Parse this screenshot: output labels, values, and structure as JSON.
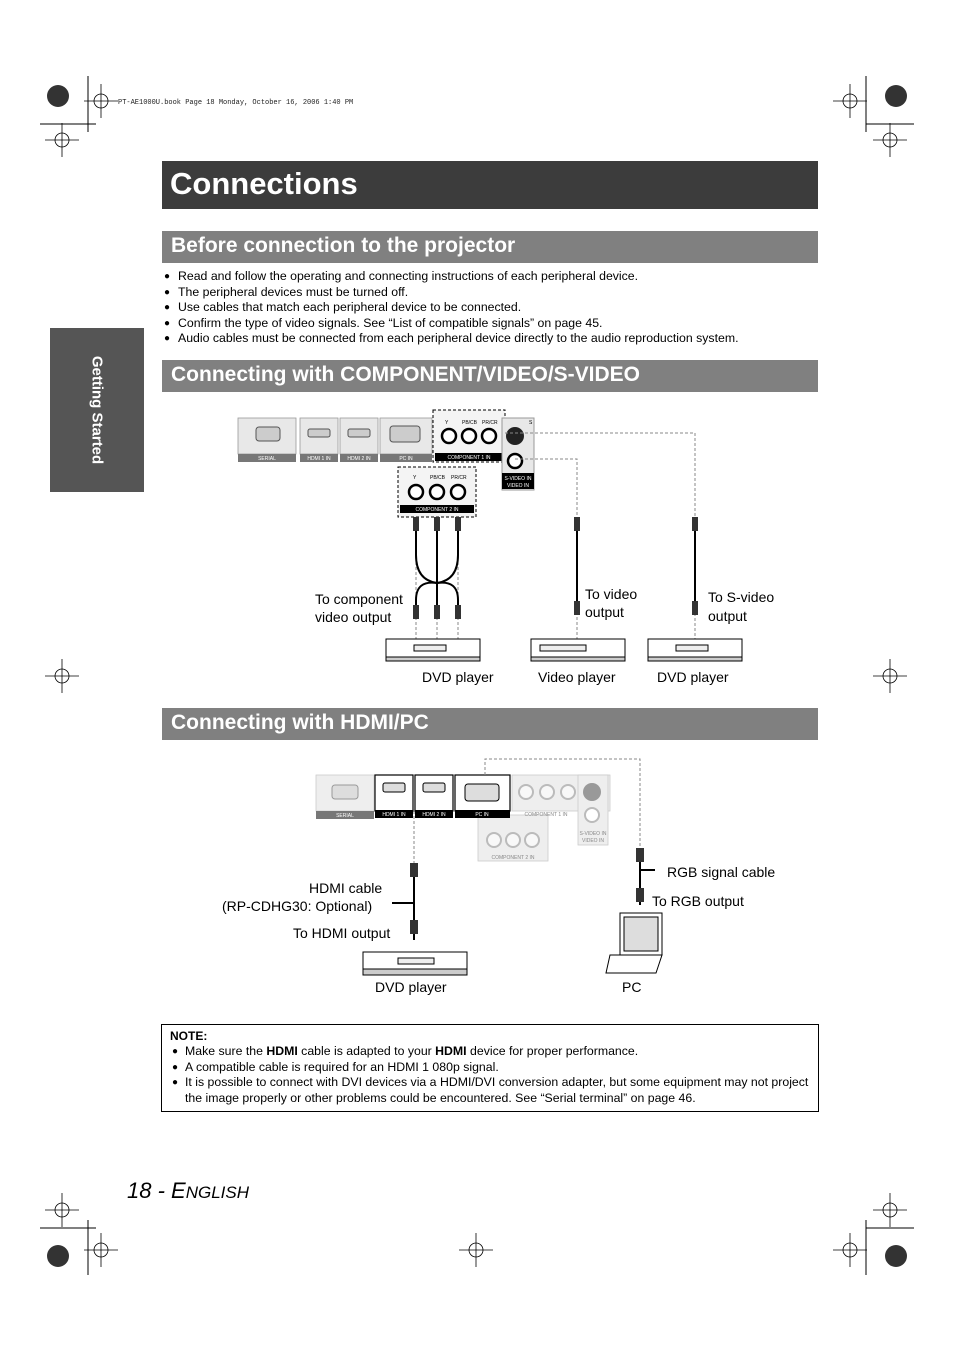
{
  "print_header": "PT-AE1000U.book  Page 18  Monday, October 16, 2006  1:40 PM",
  "page_title": "Connections",
  "side_tab": "Getting Started",
  "section1": {
    "title": "Before connection to the projector",
    "bullets": [
      "Read and follow the operating and connecting instructions of each peripheral device.",
      "The peripheral devices must be turned off.",
      "Use cables that match each peripheral device to be connected.",
      "Confirm the type of video signals. See “List of compatible signals” on page 45.",
      "Audio cables must be connected from each peripheral device directly to the audio reproduction system."
    ]
  },
  "section2": {
    "title": "Connecting with COMPONENT/VIDEO/S-VIDEO",
    "panel_labels": {
      "serial": "SERIAL",
      "hdmi1": "HDMI 1 IN",
      "hdmi2": "HDMI 2 IN",
      "pc": "PC IN",
      "component1": "COMPONENT 1 IN",
      "component2": "COMPONENT 2 IN",
      "svideo": "S-VIDEO IN",
      "video": "VIDEO IN",
      "y": "Y",
      "pb": "PB/CB",
      "pr": "PR/CR",
      "s": "S"
    },
    "labels": {
      "to_component_1": "To component",
      "to_component_2": "video output",
      "to_video_1": "To video",
      "to_video_2": "output",
      "to_svideo_1": "To S-video",
      "to_svideo_2": "output"
    },
    "devices": [
      "DVD player",
      "Video player",
      "DVD player"
    ]
  },
  "section3": {
    "title": "Connecting with HDMI/PC",
    "labels": {
      "hdmi_cable_1": "HDMI cable",
      "hdmi_cable_2": "(RP-CDHG30: Optional)",
      "to_hdmi": "To HDMI output",
      "rgb_cable": "RGB signal cable",
      "to_rgb": "To RGB output"
    },
    "devices": [
      "DVD player",
      "PC"
    ]
  },
  "note": {
    "title": "NOTE:",
    "item1_a": "Make sure the ",
    "item1_b": "HDMI",
    "item1_c": " cable is adapted to your ",
    "item1_d": "HDMI",
    "item1_e": " device for proper performance.",
    "item2": "A compatible cable is required for an HDMI 1 080p signal.",
    "item3": "It is possible to connect with DVI devices via a HDMI/DVI conversion adapter, but some equipment may not project the image properly or other problems could be encountered. See “Serial terminal” on page 46."
  },
  "footer": {
    "page_num": "18 - E",
    "lang_rest": "NGLISH"
  }
}
